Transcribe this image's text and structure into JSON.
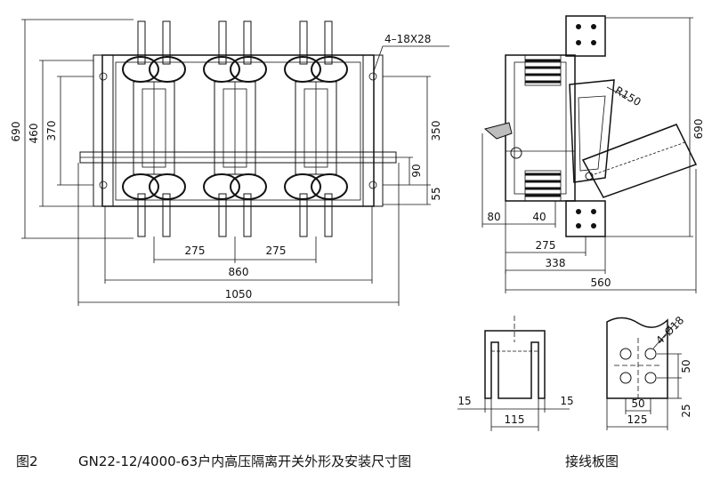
{
  "main_view": {
    "dims": {
      "overall_height": "690",
      "inner_height": "460",
      "frame_height": "370",
      "spacing_350": "350",
      "spacing_90": "90",
      "spacing_55": "55",
      "pitch_left": "275",
      "pitch_right": "275",
      "width_860": "860",
      "width_1050": "1050",
      "holes": "4–18X28"
    }
  },
  "side_view": {
    "dims": {
      "radius": "R150",
      "height": "690",
      "d80": "80",
      "d40": "40",
      "d275": "275",
      "d338": "338",
      "d560": "560"
    }
  },
  "terminal_front": {
    "dims": {
      "left": "15",
      "right": "15",
      "width": "115"
    }
  },
  "terminal_plate": {
    "dims": {
      "holes": "4–Ø18",
      "d50a": "50",
      "d50b": "50",
      "d25": "25",
      "d50c": "50",
      "width": "125"
    }
  },
  "captions": {
    "figure_no": "图2",
    "figure_title": "GN22-12/4000-63户内高压隔离开关外形及安装尺寸图",
    "plate_title": "接线板图"
  }
}
